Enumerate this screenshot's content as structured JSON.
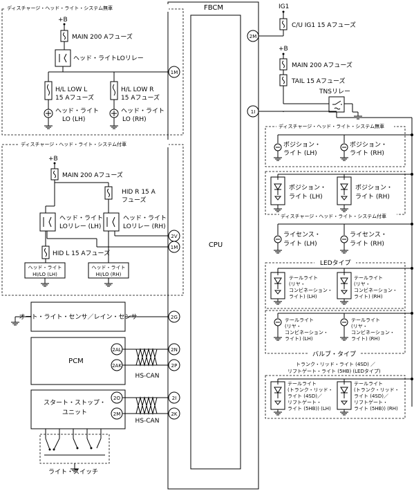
{
  "fbcm": {
    "title": "FBCM",
    "cpu": "CPU"
  },
  "groups": {
    "hl_no_discharge": "ディスチャージ・ヘッド・ライト・システム無車",
    "hl_discharge": "ディスチャージ・ヘッド・ライト・システム付車",
    "right_no_discharge": "ディスチャージ・ヘッド・ライト・システム無車",
    "right_discharge": "ディスチャージ・ヘッド・ライト・システム付車",
    "led_type": "LEDタイプ",
    "bulb_type": "バルブ・タイプ",
    "trunk_line1": "トランク・リッド・ライト (4SD) ／",
    "trunk_line2": "リフトゲート・ライト (5HB) (LEDタイプ)"
  },
  "labels": {
    "plus_b": "+B",
    "main_fuse": "MAIN 200 Aフューズ",
    "hl_lo_relay": "ヘッド・ライトLOリレー",
    "hl_low_l_1": "H/L LOW L",
    "hl_low_l_2": "15 Aフューズ",
    "hl_low_r_1": "H/L LOW R",
    "hl_low_r_2": "15 Aフューズ",
    "hl_lo_lh_1": "ヘッド・ライト",
    "hl_lo_lh_2": "LO (LH)",
    "hl_lo_rh_1": "ヘッド・ライト",
    "hl_lo_rh_2": "LO (RH)",
    "hid_r_1": "HID R 15 A",
    "hid_r_2": "フューズ",
    "relay_l_1": "ヘッド・ライト",
    "relay_l_2": "LOリレー (LH)",
    "relay_r_1": "ヘッド・ライト",
    "relay_r_2": "LOリレー (RH)",
    "hid_l": "HID L 15 Aフューズ",
    "hid_lh_1": "ヘッド・ライト",
    "hid_lh_2": "HI/LO (LH)",
    "hid_rh_1": "ヘッド・ライト",
    "hid_rh_2": "HI/LO (RH)",
    "ig1": "IG1",
    "cu_ig1": "C/U IG1 15 Aフューズ",
    "tail_fuse": "TAIL 15 Aフューズ",
    "tns_relay": "TNSリレー",
    "auto_sensor": "オート・ライト・センサ／レイン・センサ",
    "pcm": "PCM",
    "hscan": "HS-CAN",
    "start_stop_1": "スタート・ストップ・",
    "start_stop_2": "ユニット",
    "light_switch": "ライト・スイッチ",
    "pos_lh_1": "ポジション・",
    "pos_lh_2": "ライト (LH)",
    "pos_rh_1": "ポジション・",
    "pos_rh_2": "ライト (RH)",
    "lic_lh_1": "ライセンス・",
    "lic_lh_2": "ライト (LH)",
    "lic_rh_1": "ライセンス・",
    "lic_rh_2": "ライト (RH)",
    "tail_led_lh": [
      "テールライト",
      "(リヤ・",
      "コンビネーション・",
      "ライト) (LH)"
    ],
    "tail_led_rh": [
      "テールライト",
      "(リヤ・",
      "コンビネーション・",
      "ライト) (RH)"
    ],
    "tail_bulb_lh": [
      "テールライト",
      "(リヤ・",
      "コンビネーション・",
      "ライト) (LH)"
    ],
    "tail_bulb_rh": [
      "テールライト",
      "(リヤ・",
      "コンビネーション・",
      "ライト) (RH)"
    ],
    "trunk_lh": [
      "テールライト",
      "(トランク・リッド・",
      "ライト (4SD)／",
      "リフトゲート・",
      "ライト (5HB)) (LH)"
    ],
    "trunk_rh": [
      "テールライト",
      "(トランク・リッド・",
      "ライト (4SD)／",
      "リフトゲート・",
      "ライト (5HB)) (RH)"
    ]
  },
  "pins": {
    "p1M_a": "1M",
    "p2M": "2M",
    "p1I": "1I",
    "p2V": "2V",
    "p1M_b": "1M",
    "p2G": "2G",
    "p2N": "2N",
    "p2P": "2P",
    "p2AL": "2AL",
    "p2AK": "2AK",
    "p2I": "2I",
    "p2K": "2K",
    "p2O": "2O",
    "p2M_ss": "2M"
  }
}
